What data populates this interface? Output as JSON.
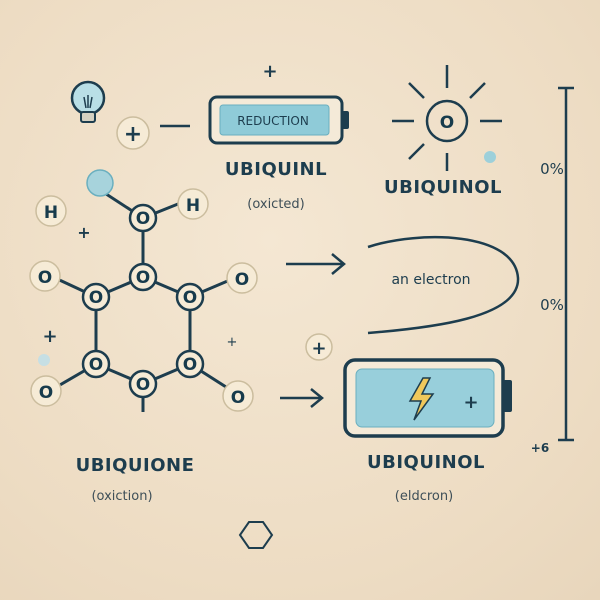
{
  "labels": {
    "battery_top": "REDUCTION",
    "ubiquinl_title": "UBIQUINL",
    "ubiquinl_sub": "(oxicted)",
    "ubiquinol_top_title": "UBIQUINOL",
    "electron_arc_text": "an electron",
    "ubiquione_title": "UBIQUIONE",
    "ubiquione_sub": "(oxiction)",
    "ubiquinol_bottom_title": "UBIQUINOL",
    "ubiquinol_bottom_sub": "(eldcron)",
    "percent_top": "0%",
    "percent_mid": "0%",
    "plus_small": "+",
    "plus_six": "+6",
    "atom_h": "H",
    "atom_o": "O"
  },
  "colors": {
    "ink": "#173b4c",
    "bead": "#f6ebd6",
    "bead_stroke": "#1d3d4e",
    "accent_blue": "#8fcbd8",
    "accent_blue_dark": "#6aafbf",
    "background": "#efe0c9"
  }
}
